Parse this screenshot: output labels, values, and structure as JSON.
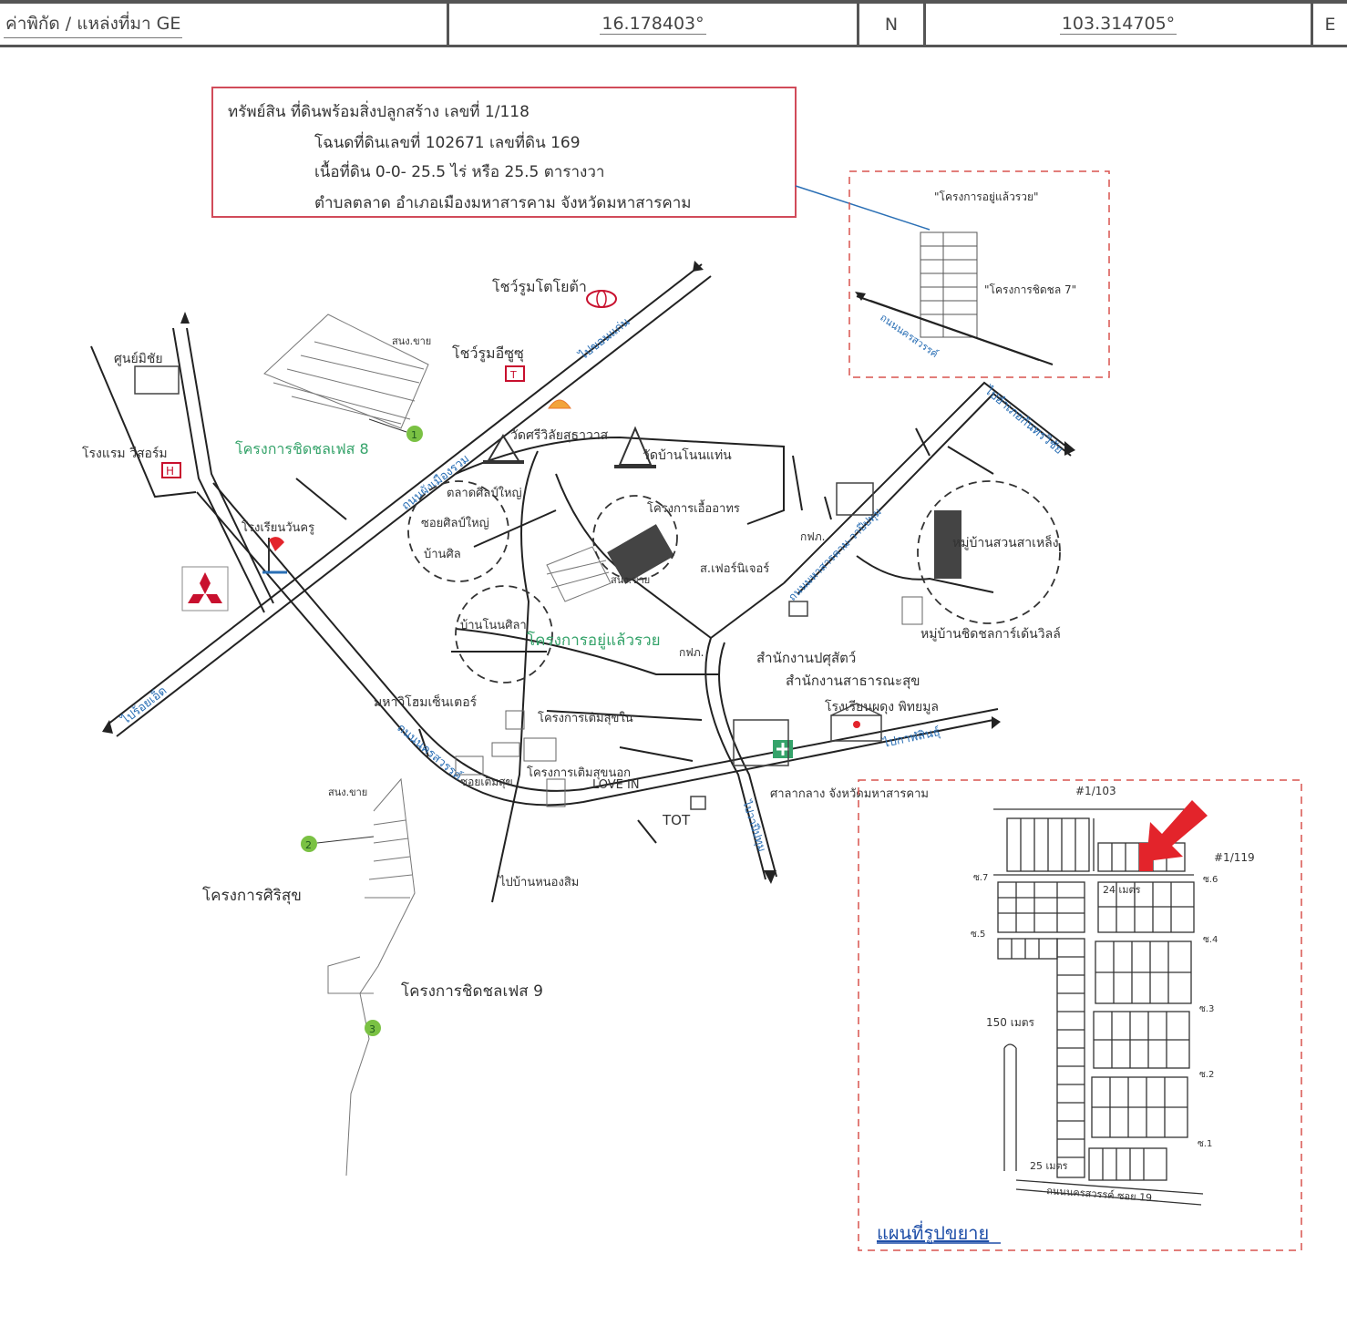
{
  "header": {
    "source_label": "ค่าพิกัด / แหล่งที่มา  GE",
    "lat": "16.178403°",
    "lat_dir": "N",
    "lon": "103.314705°",
    "lon_dir": "E"
  },
  "info_box": {
    "line1": "ทรัพย์สิน  ที่ดินพร้อมสิ่งปลูกสร้าง  เลขที่ 1/118",
    "line2": "โฉนดที่ดินเลขที่ 102671  เลขที่ดิน 169",
    "line3": "เนื้อที่ดิน 0-0- 25.5 ไร่  หรือ 25.5 ตารางวา",
    "line4": "ตำบลตลาด  อำเภอเมืองมหาสารคาม  จังหวัดมหาสารคาม"
  },
  "inset_top": {
    "label_a": "\"โครงการอยู่แล้วรวย\"",
    "label_b": "\"โครงการชิดชล 7\""
  },
  "places": {
    "toyota": "โชว์รูมโตโยต้า",
    "isuzu": "โชว์รูมอีซูซุ",
    "center": "ศูนย์มิชัย",
    "hospital": "โรงแรม วีสอร์ม",
    "sale_office": "สนง.ขาย",
    "chidchon8": "โครงการชิดชลเฟส 8",
    "wat1": "วัดศรีวิลัยสุธาวาส",
    "wat2": "วัดบ้านโนนแท่น",
    "market": "ตลาดศิลป์ใหญ่",
    "soi": "ซอยศิลป์ใหญ่",
    "baan_sin": "บ้านศิล",
    "school": "โรงเรียนวันครู",
    "project_mid": "โครงการเอื้ออาทร",
    "sale_office2": "สนง.ขาย",
    "pea": "กฟภ.",
    "sperr": "ส.เฟอร์นิเจอร์",
    "village_right": "หมู่บ้านสวนสาเหล็ง",
    "village_right2": "หมู่บ้านชิดชลการ์เด้นวิลล์",
    "baan_noen": "บ้านโนนศิลา",
    "project_green": "โครงการอยู่แล้วรวย",
    "gas": "กฟภ.",
    "livestock": "สำนักงานปศุสัตว์",
    "health": "สำนักงานสาธารณะสุข",
    "school2": "โรงเรียนผดุง พิทยมูล",
    "home_center": "มหาวิโฮมเซ็นเตอร์",
    "proj_in": "โครงการเติมสุขใน",
    "proj_out": "โครงการเติมสุขนอก",
    "love_in": "LOVE IN",
    "soi_term": "ซอยเติมสุข",
    "tot": "TOT",
    "court": "ศาลากลาง จังหวัดมหาสารคาม",
    "sale_office3": "สนง.ขาย",
    "sirisuk": "โครงการศิริสุข",
    "chidchon9": "โครงการชิดชลเฟส 9",
    "to_baan": "ไปบ้านหนองสิม",
    "road_main": "ถนนนครสวรรค์",
    "road_left": "ไปร้อยเอ็ด",
    "road_right": "ไปกาฬสินธุ์",
    "road_top": "ไปขอนแก่น",
    "road_ne": "ไปอำเภอกันทรวิชัย",
    "road_s": "ไปวาปีปทุม",
    "road_kk": "ถนนผังเมืองรวม",
    "road_center": "ถนนมหาสารคาม-วาปีปทุม",
    "marker1": "1",
    "marker2": "2",
    "marker3": "3"
  },
  "inset_bottom": {
    "plot_a": "#1/103",
    "plot_b": "#1/119",
    "road_a": "24 เมตร",
    "road_b": "25 เมตร",
    "dist": "150 เมตร",
    "street": "ถนนนครสวรรค์ ซอย 19",
    "title": "แผนที่รูปขยาย",
    "side_labels": [
      "ซ.7",
      "ซ.6",
      "ซ.5",
      "ซ.4",
      "ซ.3",
      "ซ.2",
      "ซ.1"
    ]
  },
  "colors": {
    "road": "#222222",
    "road_fill": "#ffffff",
    "label_blue": "#2a6fb5",
    "dashed_red": "#d9534f",
    "info_border": "#d14b5a",
    "green_label": "#35a36a",
    "marker_green": "#7ac143",
    "arrow_red": "#e3242b",
    "title_blue": "#1f4fa8"
  }
}
